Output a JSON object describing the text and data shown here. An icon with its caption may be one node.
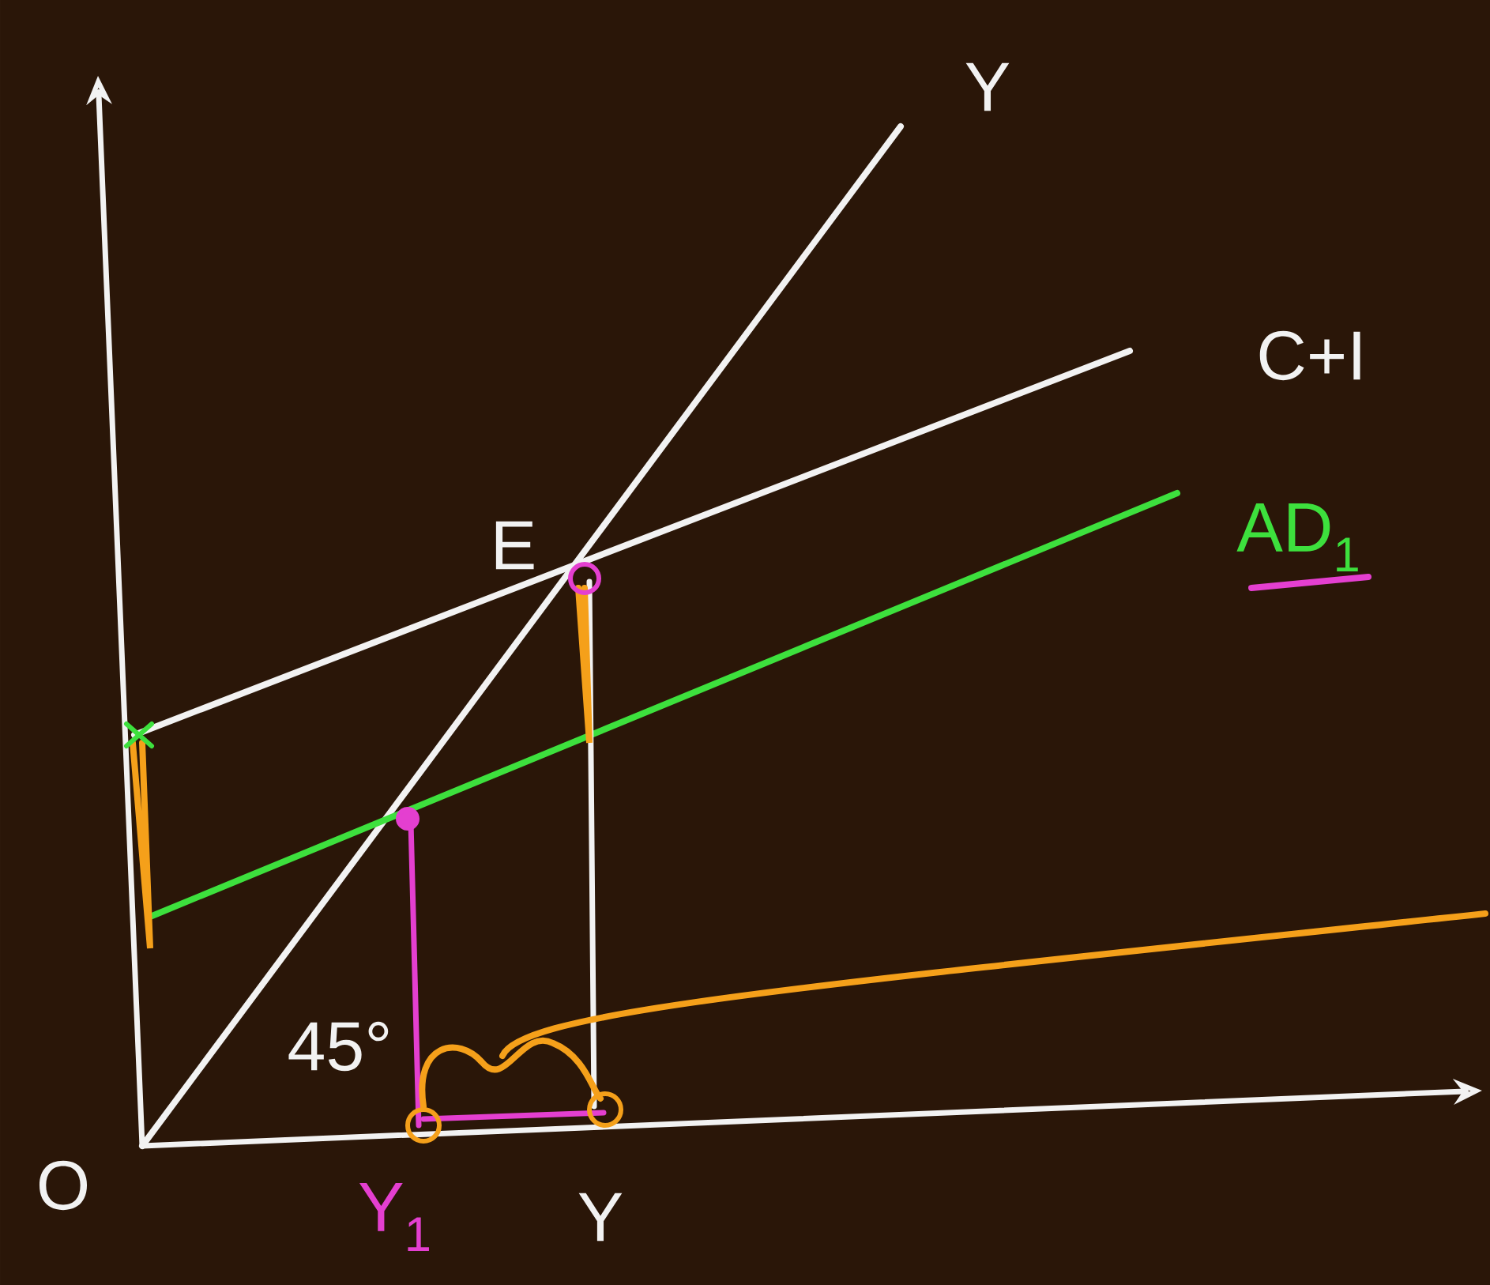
{
  "diagram": {
    "labels": [
      "Y",
      "C+I",
      "AD$_{1}$",
      "E",
      "45°",
      "O",
      "Y$_{1}$",
      "Y"
    ]
  }
}
